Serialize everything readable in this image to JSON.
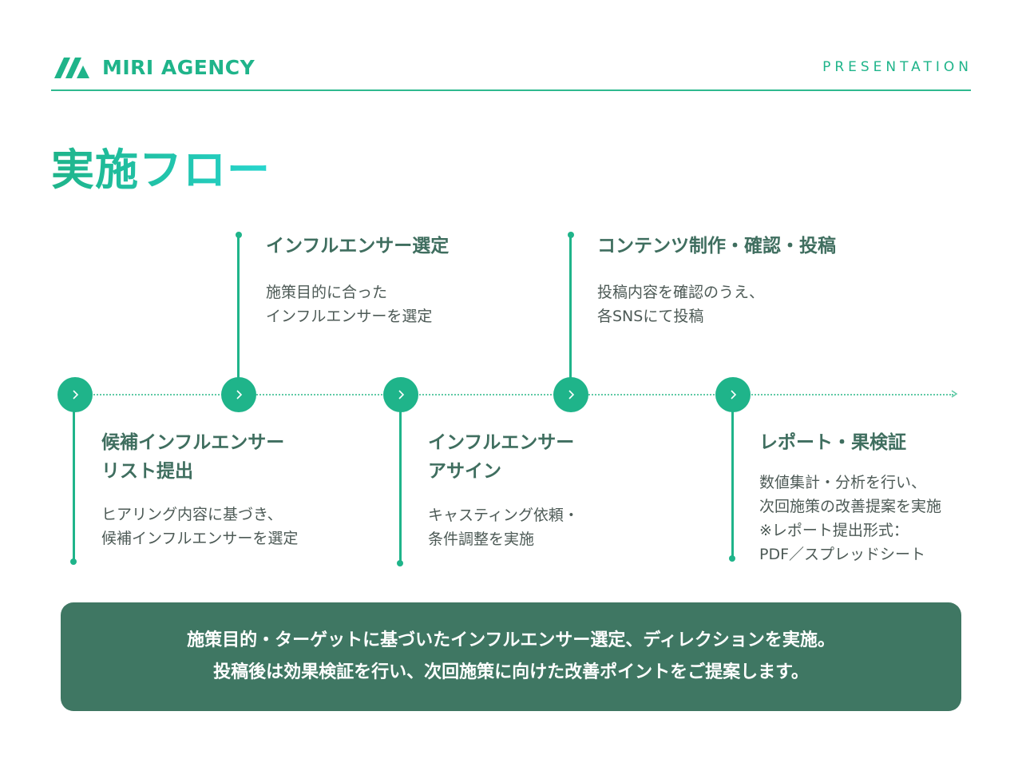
{
  "header": {
    "brand": "MIRI AGENCY",
    "label": "PRESENTATION",
    "logo_icon": "miri-logo-icon"
  },
  "title": "実施フロー",
  "colors": {
    "accent": "#1fb48a",
    "accent_gradient_end": "#28d6cf",
    "step_title": "#3f6e5f",
    "summary_bg": "#3f7763"
  },
  "steps": [
    {
      "title": "候補インフルエンサー\nリスト提出",
      "desc": "ヒアリング内容に基づき、\n候補インフルエンサーを選定",
      "position": "below"
    },
    {
      "title": "インフルエンサー選定",
      "desc": "施策目的に合った\nインフルエンサーを選定",
      "position": "above"
    },
    {
      "title": "インフルエンサー\nアサイン",
      "desc": "キャスティング依頼・\n条件調整を実施",
      "position": "below"
    },
    {
      "title": "コンテンツ制作・確認・投稿",
      "desc": "投稿内容を確認のうえ、\n各SNSにて投稿",
      "position": "above"
    },
    {
      "title": "レポート・果検証",
      "desc": "数値集計・分析を行い、\n次回施策の改善提案を実施\n※レポート提出形式：\nPDF／スプレッドシート",
      "position": "below"
    }
  ],
  "summary": {
    "line1": "施策目的・ターゲットに基づいたインフルエンサー選定、ディレクションを実施。",
    "line2": "投稿後は効果検証を行い、次回施策に向けた改善ポイントをご提案します。"
  }
}
